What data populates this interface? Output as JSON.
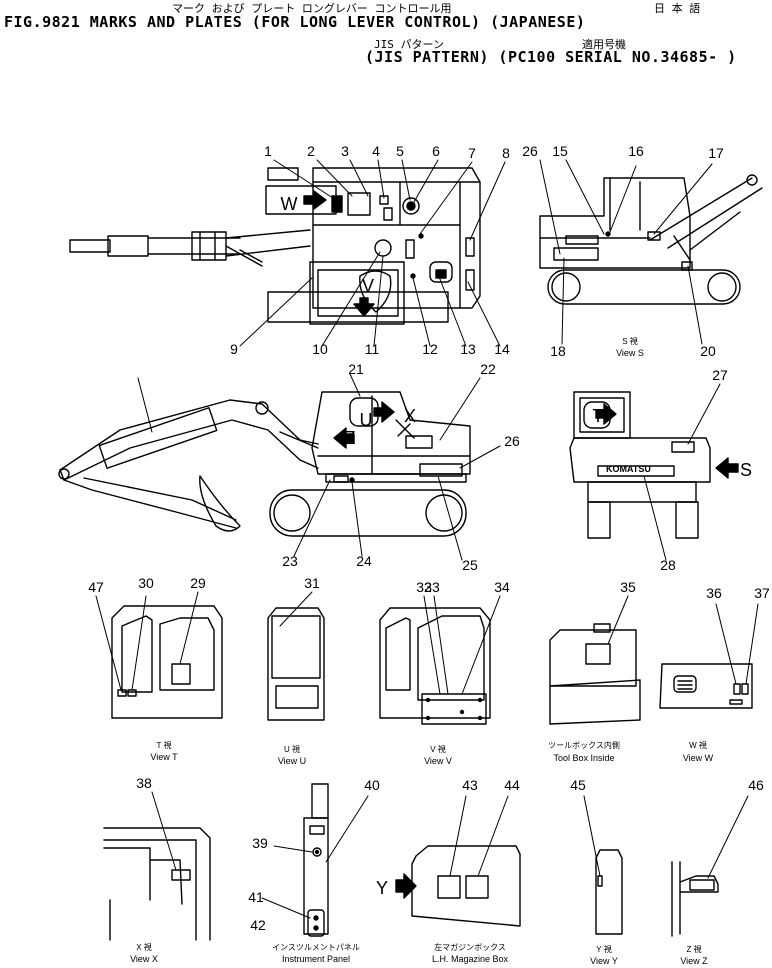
{
  "header": {
    "title_jp": "マーク および プレート ロングレバー コントロール用",
    "lang_jp": "日 本 語",
    "title_en": "FIG.9821 MARKS AND PLATES (FOR LONG LEVER CONTROL) (JAPANESE)",
    "pattern_jp": "JIS パターン",
    "serial_jp": "適用号機",
    "pattern_en": "(JIS PATTERN) (PC100 SERIAL NO.34685- )"
  },
  "callouts": [
    "1",
    "2",
    "3",
    "4",
    "5",
    "6",
    "7",
    "8",
    "9",
    "10",
    "11",
    "12",
    "13",
    "14",
    "15",
    "16",
    "17",
    "18",
    "20",
    "21",
    "22",
    "23",
    "24",
    "25",
    "26",
    "26",
    "27",
    "28",
    "29",
    "30",
    "31",
    "32",
    "33",
    "34",
    "35",
    "36",
    "37",
    "38",
    "39",
    "40",
    "41",
    "42",
    "43",
    "44",
    "45",
    "46",
    "47"
  ],
  "views": {
    "view_letters": [
      "W",
      "V",
      "U",
      "X",
      "Z",
      "T",
      "S",
      "Y"
    ],
    "brand": "KOMATSU",
    "s": {
      "jp": "S 視",
      "en": "View S"
    },
    "t": {
      "jp": "T 視",
      "en": "View T"
    },
    "u": {
      "jp": "U 視",
      "en": "View U"
    },
    "v": {
      "jp": "V 視",
      "en": "View V"
    },
    "tool": {
      "jp": "ツールボックス内側",
      "en": "Tool Box Inside"
    },
    "w": {
      "jp": "W 視",
      "en": "View W"
    },
    "x": {
      "jp": "X 視",
      "en": "View X"
    },
    "panel": {
      "jp": "インスツルメントパネル",
      "en": "Instrument Panel"
    },
    "mag": {
      "jp": "左マガジンボックス",
      "en": "L.H. Magazine Box"
    },
    "y": {
      "jp": "Y 視",
      "en": "View Y"
    },
    "z": {
      "jp": "Z 視",
      "en": "View Z"
    }
  }
}
